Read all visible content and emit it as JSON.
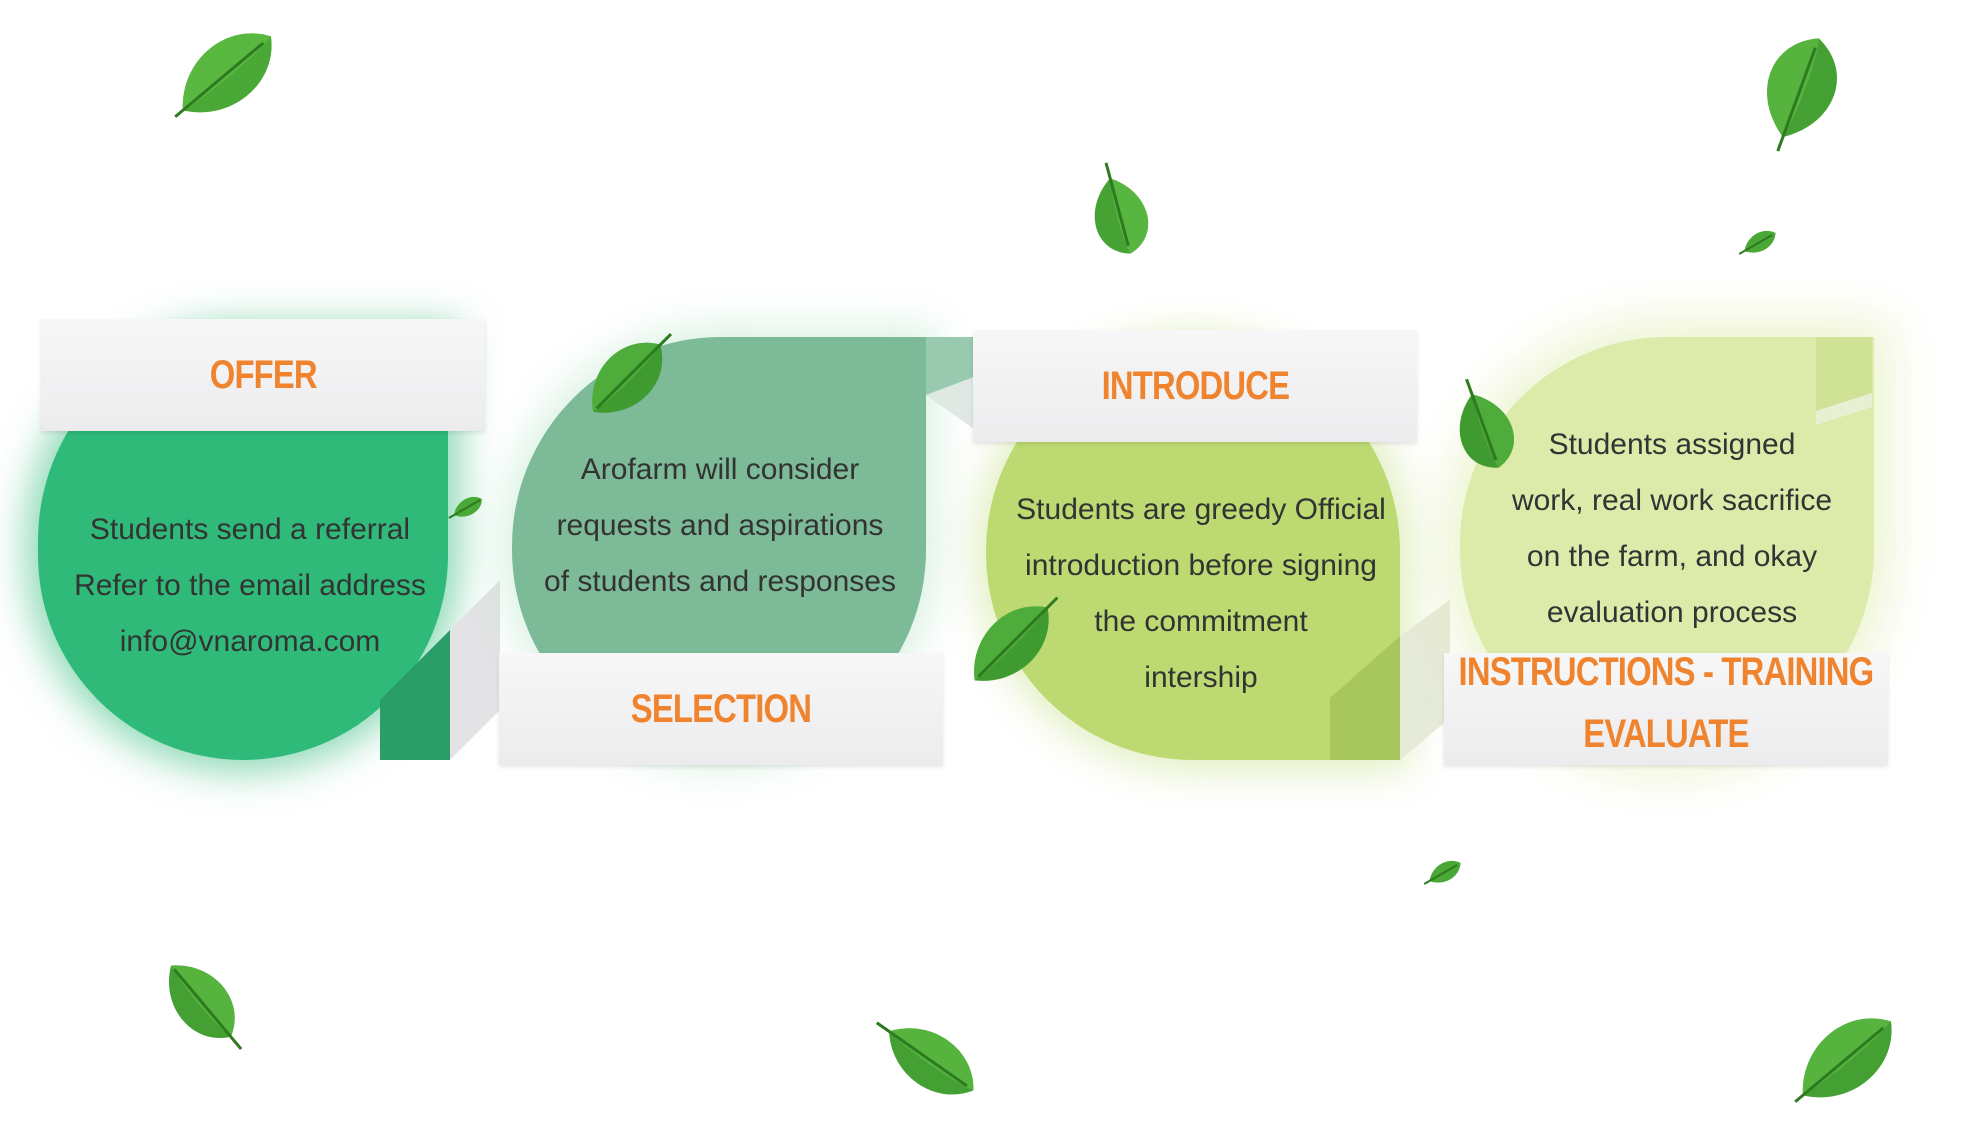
{
  "steps": [
    {
      "label": "OFFER",
      "text_lines": [
        "Students send a referral",
        "Refer to the email address",
        "info@vnaroma.com"
      ],
      "color": "#2fba7a"
    },
    {
      "label": "SELECTION",
      "text_lines": [
        "Arofarm will consider",
        "requests and aspirations",
        "of students and responses"
      ],
      "color": "#7dba97"
    },
    {
      "label": "INTRODUCE",
      "text_lines": [
        "Students are greedy Official",
        "introduction before signing",
        "the commitment",
        "intership"
      ],
      "color": "#bcda71"
    },
    {
      "label_lines": [
        "INSTRUCTIONS - TRAINING",
        "EVALUATE"
      ],
      "text_lines": [
        "Students assigned",
        "work, real work sacrifice",
        "on the farm, and okay",
        "evaluation process"
      ],
      "color": "#dcebaa"
    }
  ],
  "colors": {
    "label_text": "#f0842e",
    "label_box": "#efefef",
    "body_text": "#333333",
    "leaf": "#3f9a2f"
  },
  "decorations": {
    "leaf_icon": "basil-leaf"
  }
}
